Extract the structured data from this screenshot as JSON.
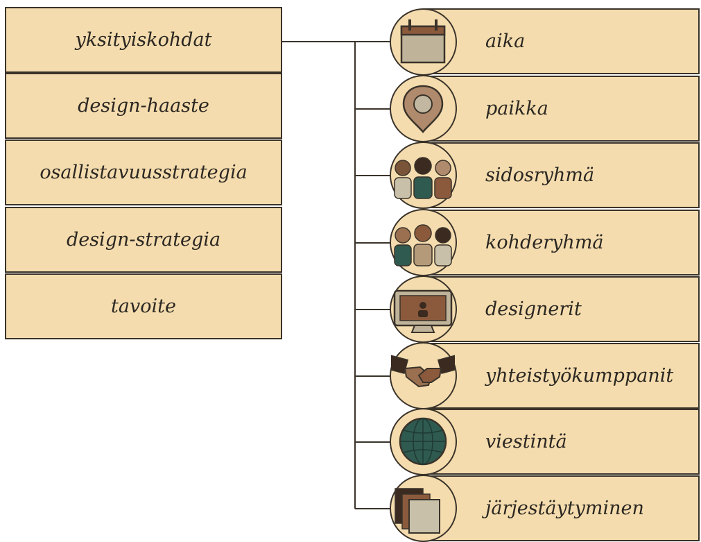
{
  "left_boxes": [
    "yksityiskohdat",
    "design-haaste",
    "osallistavuusstrategia",
    "design-strategia",
    "tavoite"
  ],
  "right_items": [
    {
      "label": "aika",
      "icon": "calendar-icon"
    },
    {
      "label": "paikka",
      "icon": "location-pin-icon"
    },
    {
      "label": "sidosryhmä",
      "icon": "stakeholder-group-icon"
    },
    {
      "label": "kohderyhmä",
      "icon": "target-group-icon"
    },
    {
      "label": "designerit",
      "icon": "monitor-person-icon"
    },
    {
      "label": "yhteistyökumppanit",
      "icon": "handshake-icon"
    },
    {
      "label": "viestintä",
      "icon": "globe-icon"
    },
    {
      "label": "järjestäytyminen",
      "icon": "documents-icon"
    }
  ],
  "colors": {
    "box_fill": "#f4dcae",
    "border": "#3a332a",
    "text": "#2b2722"
  }
}
